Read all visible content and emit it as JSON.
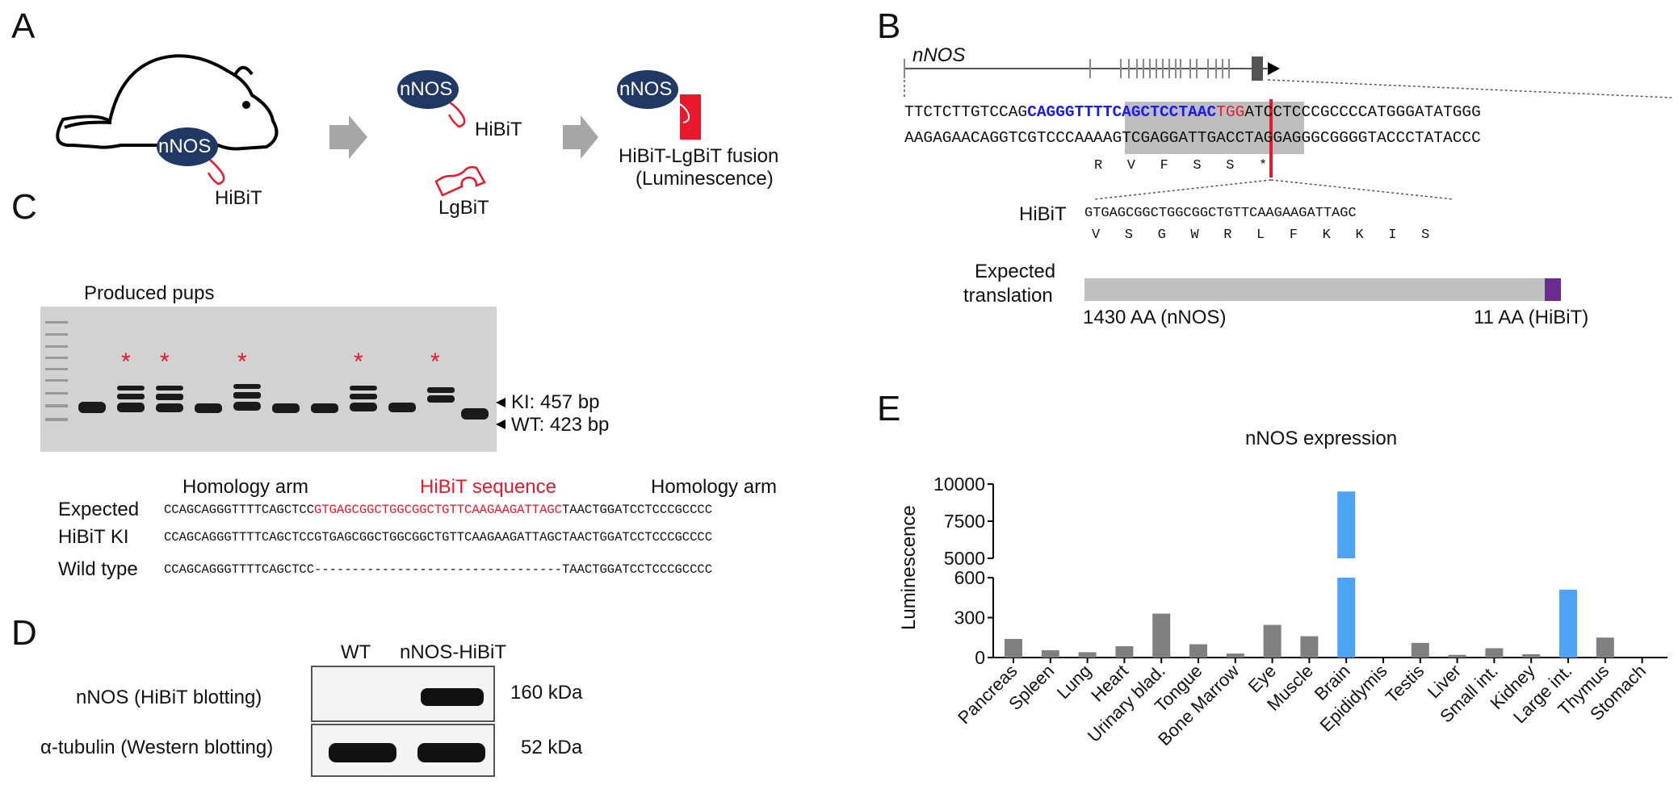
{
  "panels": {
    "A": {
      "label": "A",
      "mouse_protein": "nNOS",
      "mouse_tag": "HiBiT",
      "middle_protein": "nNOS",
      "middle_tag": "HiBiT",
      "middle_lgbit": "LgBiT",
      "right_protein": "nNOS",
      "fusion_line1": "HiBiT-LgBiT fusion",
      "fusion_line2": "(Luminescence)",
      "colors": {
        "protein": "#1f3864",
        "tag": "#e8192c",
        "arrow": "#a6a6a6"
      }
    },
    "B": {
      "label": "B",
      "gene": "nNOS",
      "seq_top": {
        "black1": "TTCTCTTGTCCAG",
        "blue": "CAGGGTTTTCAGCTCCTAAC",
        "red": "TGG",
        "black2": "ATCCTCCCGCCCCATGGGATATGGG"
      },
      "seq_bottom": "AAGAGAACAGGTCGTCCCAAAAGTCGAGGATTGACCTAGGAGGGCGGGGTACCCTATACCC",
      "aa_top": "R   V   F   S   S   *",
      "hibit_label": "HiBiT",
      "hibit_seq": "GTGAGCGGCTGGCGGCTGTTCAAGAAGATTAGC",
      "hibit_aa": "V   S   G   W   R   L   F   K   K   I   S",
      "expected_line1": "Expected",
      "expected_line2": "translation",
      "nnos_len": "1430 AA (nNOS)",
      "hibit_len": "11 AA (HiBiT)"
    },
    "C": {
      "label": "C",
      "title": "Produced pups",
      "ki_band": "KI: 457 bp",
      "wt_band": "WT: 423 bp",
      "star_lanes": [
        2,
        3,
        5,
        8,
        10
      ],
      "star": "*",
      "homology_left": "Homology arm",
      "hibit_sequence": "HiBiT sequence",
      "homology_right": "Homology arm",
      "rows": [
        {
          "name": "Expected",
          "left": "CCAGCAGGGTTTTCAGCTCC",
          "mid": "GTGAGCGGCTGGCGGCTGTTCAAGAAGATTAGC",
          "right": "TAACTGGATCCTCCCGCCCC",
          "mid_red": true
        },
        {
          "name": "HiBiT KI",
          "left": "CCAGCAGGGTTTTCAGCTCC",
          "mid": "GTGAGCGGCTGGCGGCTGTTCAAGAAGATTAGC",
          "right": "TAACTGGATCCTCCCGCCCC",
          "mid_red": false
        },
        {
          "name": "Wild type",
          "left": "CCAGCAGGGTTTTCAGCTCC",
          "mid": "---------------------------------",
          "right": "TAACTGGATCCTCCCGCCCC",
          "mid_red": false
        }
      ]
    },
    "D": {
      "label": "D",
      "col_wt": "WT",
      "col_ki": "nNOS-HiBiT",
      "row1_label": "nNOS (HiBiT blotting)",
      "row1_size": "160 kDa",
      "row2_label": "α-tubulin (Western blotting)",
      "row2_size": "52 kDa"
    },
    "E": {
      "label": "E"
    }
  },
  "chart_data": {
    "type": "bar",
    "title": "nNOS expression",
    "ylabel": "Luminescence",
    "xlabel": "",
    "broken_axis": {
      "lower": [
        0,
        600
      ],
      "upper": [
        5000,
        10000
      ]
    },
    "yticks_lower": [
      0,
      300,
      600
    ],
    "yticks_upper": [
      5000,
      7500,
      10000
    ],
    "categories": [
      "Pancreas",
      "Spleen",
      "Lung",
      "Heart",
      "Urinary blad.",
      "Tongue",
      "Bone Marrow",
      "Eye",
      "Muscle",
      "Brain",
      "Epididymis",
      "Testis",
      "Liver",
      "Small int.",
      "Kidney",
      "Large int.",
      "Thymus",
      "Stomach"
    ],
    "values": [
      140,
      55,
      40,
      85,
      330,
      100,
      30,
      245,
      160,
      9500,
      0,
      110,
      20,
      70,
      25,
      510,
      150,
      0
    ],
    "highlight": [
      "Brain",
      "Large int."
    ],
    "colors": {
      "default": "#808080",
      "highlight": "#4da3f5"
    }
  }
}
